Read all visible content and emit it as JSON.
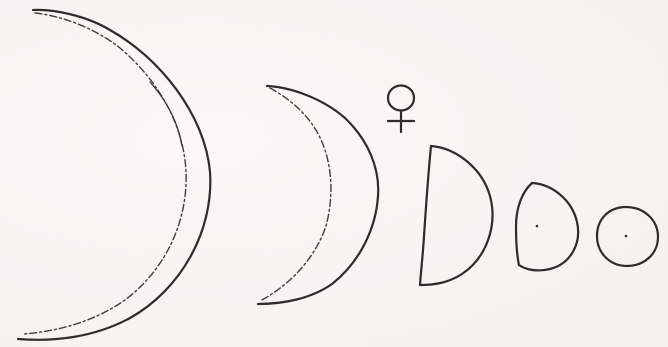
{
  "figure": {
    "subject": "phases-of-venus",
    "symbol": "venus-symbol",
    "phases": [
      {
        "name": "thin-crescent"
      },
      {
        "name": "crescent"
      },
      {
        "name": "half"
      },
      {
        "name": "gibbous"
      },
      {
        "name": "full"
      }
    ],
    "colors": {
      "paper": "#f7f5f0",
      "ink": "#2e2c28"
    }
  }
}
